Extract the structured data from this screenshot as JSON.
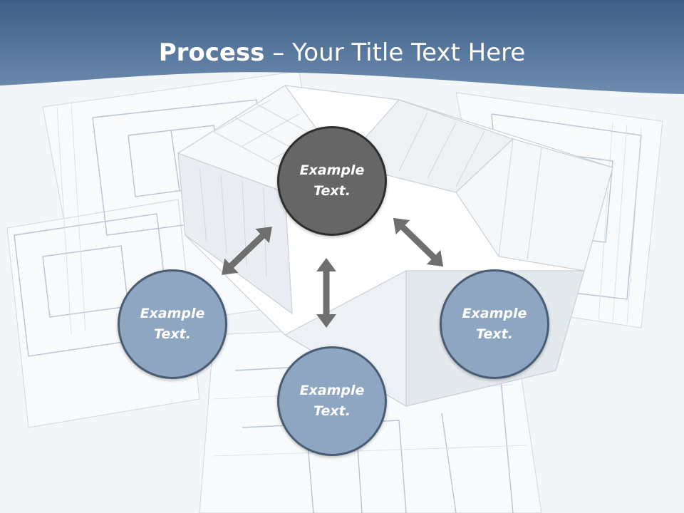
{
  "title": {
    "bold": "Process",
    "rest": " – Your Title Text Here"
  },
  "nodes": {
    "top": "Example\nText.",
    "left": "Example\nText.",
    "right": "Example\nText.",
    "bottom": "Example\nText."
  },
  "colors": {
    "header": "#4a6b92",
    "node_dark": "#666666",
    "node_light": "#8ea6c1",
    "arrow": "#6f6f6f"
  }
}
